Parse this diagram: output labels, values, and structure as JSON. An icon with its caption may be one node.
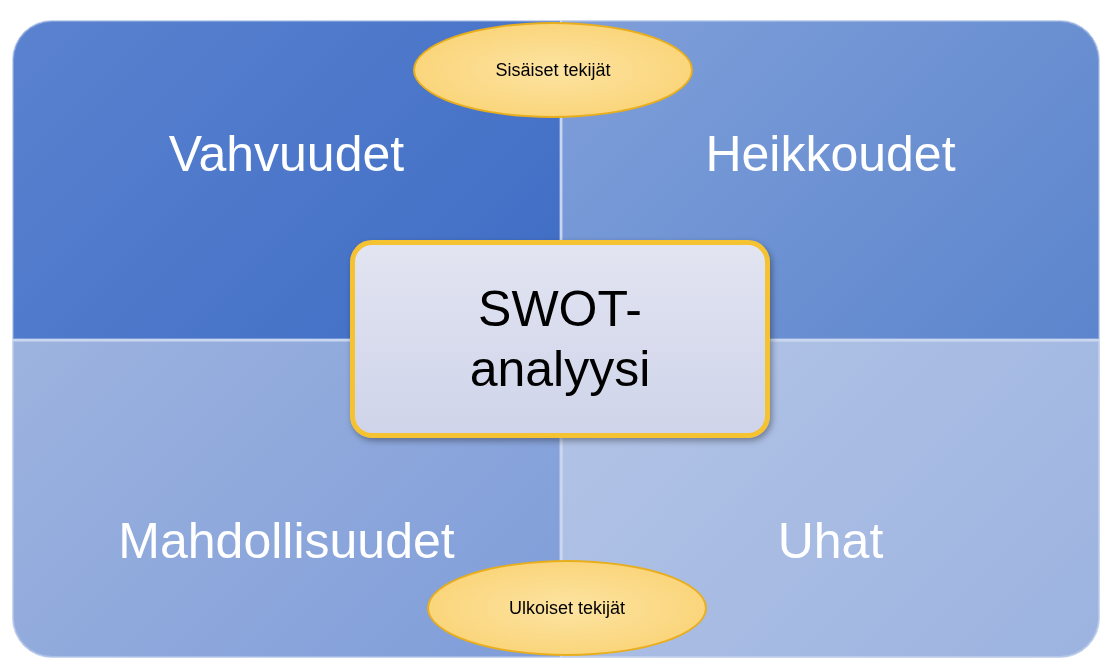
{
  "diagram": {
    "nodes": [
      {
        "text": [
          "Vahvuudet"
        ]
      },
      {
        "text": [
          "Heikkoudet"
        ]
      },
      {
        "text": [
          "Mahdollisuudet"
        ]
      },
      {
        "text": [
          "Uhat"
        ]
      },
      {
        "text": [
          "SWOT-analyysi"
        ]
      },
      {
        "text": [
          "Sisäiset tekijät"
        ]
      },
      {
        "text": [
          "Ulkoiset tekijät"
        ]
      }
    ]
  }
}
